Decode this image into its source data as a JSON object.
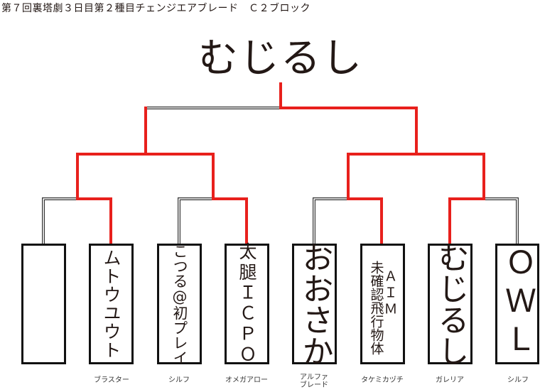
{
  "title": "第７回裏塔劇３日目第２種目チェンジエアブレード　Ｃ２ブロック",
  "champion": "むじるし",
  "colors": {
    "winner_line": "#e8201c",
    "loser_line": "#333333",
    "box_border": "#111111"
  },
  "entries": [
    {
      "name": "",
      "team": ""
    },
    {
      "name": "ムトウユウト",
      "team": "ブラスター"
    },
    {
      "name": "こつる@初プレイ",
      "team": "シルフ"
    },
    {
      "name": "太腿ＩＣＰＯ",
      "team": "オメガアロー"
    },
    {
      "name": "おおさか",
      "team": "アルファ ブレード"
    },
    {
      "name": "未確認飛行物体",
      "name2": "ＡＩＭ",
      "team": "タケミカヅチ"
    },
    {
      "name": "むじるし",
      "team": "ガレリア"
    },
    {
      "name": "ＯＷＬ",
      "team": "シルフ"
    }
  ]
}
